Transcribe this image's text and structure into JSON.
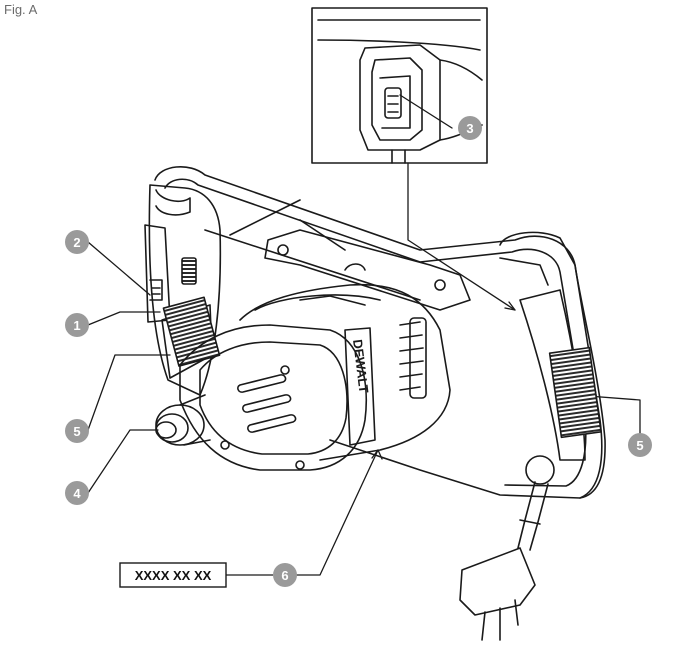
{
  "figure": {
    "caption": "Fig. A"
  },
  "brand_text": "DEWALT",
  "model_label": "XXXX XX XX",
  "callouts": [
    "1",
    "2",
    "3",
    "4",
    "5",
    "5",
    "6"
  ],
  "colors": {
    "line": "#1a1a1a",
    "callout_fill": "#9a9a9a",
    "callout_text": "#ffffff",
    "grip_hatch": "#333333"
  },
  "icons": {
    "power_tool": "mixer-drill-illustration",
    "plug": "uk-plug-icon",
    "switch": "trigger-switch-icon"
  }
}
